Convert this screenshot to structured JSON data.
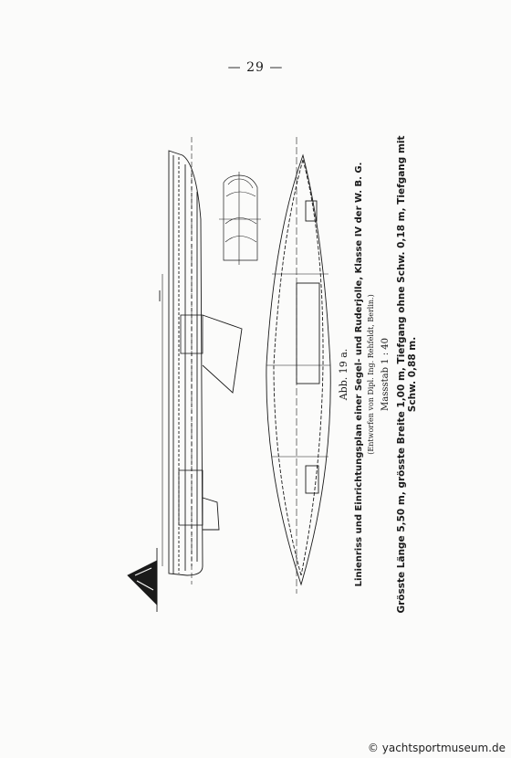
{
  "page": {
    "number": "— 29 —"
  },
  "figure": {
    "label": "Abb. 19 a.",
    "title": "Linienriss und Einrichtungsplan einer Segel- und Ruderjolle, Klasse IV der W. B. G.",
    "designer": "(Entworfen von Dipl. Ing. Rehfeldt, Berlin.)",
    "scale": "Massstab 1 : 40",
    "dimensions": "Grösste Länge 5,50 m, grösste Breite 1,00 m, Tiefgang ohne Schw. 0,18 m, Tiefgang mit Schw. 0,88 m."
  },
  "watermark": {
    "text": "© yachtsportmuseum.de",
    "icon": "copyright-icon"
  },
  "colors": {
    "ink": "#1a1a1a",
    "paper": "#fbfbfa"
  }
}
